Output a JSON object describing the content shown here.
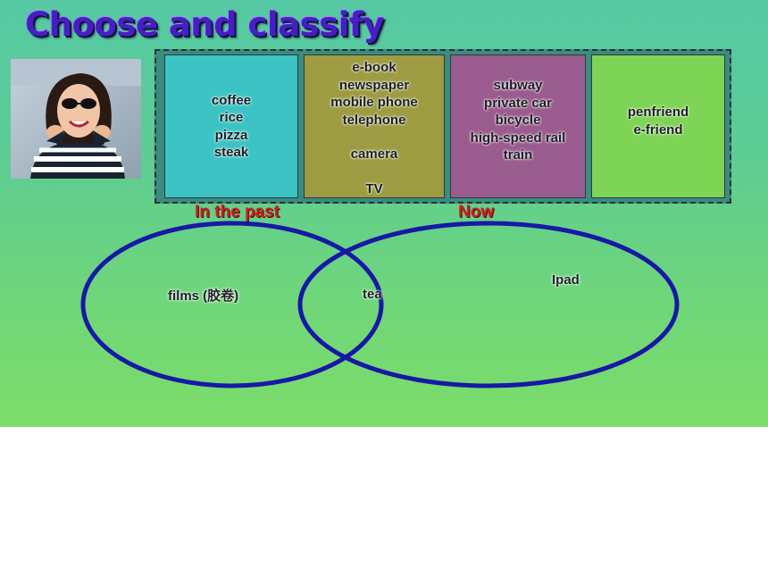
{
  "slide": {
    "title": "Choose and classify",
    "columns": [
      {
        "items": [
          "coffee",
          "rice",
          "pizza",
          "steak"
        ]
      },
      {
        "items": [
          "e-book",
          "newspaper",
          "mobile phone",
          "telephone",
          "",
          "camera",
          "",
          "TV"
        ]
      },
      {
        "items": [
          "subway",
          "private car",
          "bicycle",
          "high-speed rail",
          "train"
        ]
      },
      {
        "items": [
          "penfriend",
          "e-friend"
        ]
      }
    ],
    "column_colors": [
      "#3cc3c4",
      "#9d9c43",
      "#9a5c8e",
      "#7ed455"
    ],
    "labels": {
      "past": "In the past",
      "now": "Now"
    },
    "venn": {
      "left_only": "films (胶卷)",
      "both": "tea",
      "right_only": "Ipad"
    },
    "circle_color": "#1818a6"
  }
}
